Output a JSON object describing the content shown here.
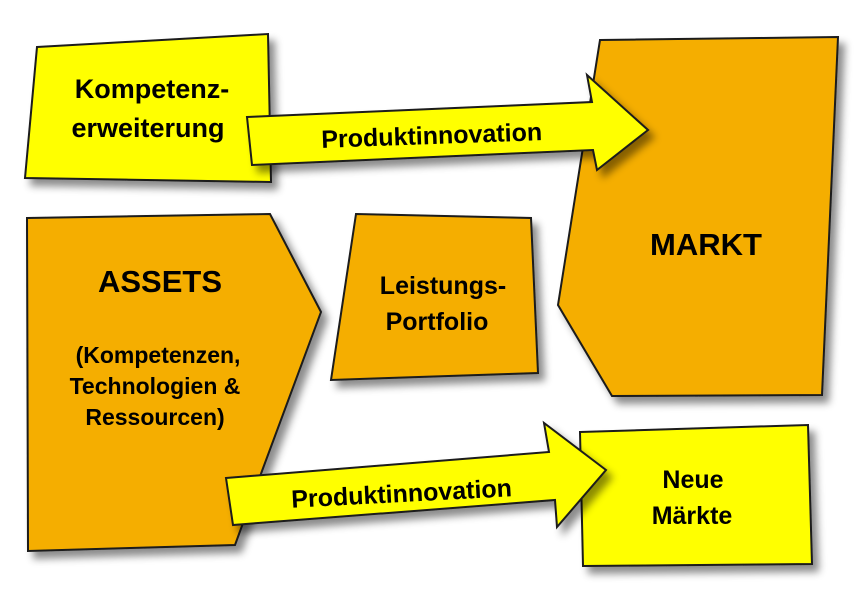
{
  "colors": {
    "orange": "#f5ae00",
    "yellow": "#ffff00",
    "outline": "#1a1a1a",
    "shadow": "#8c8c8c"
  },
  "shapes": {
    "kompetenz": {
      "line1": "Kompetenz-",
      "line2": "erweiterung"
    },
    "assets": {
      "title": "ASSETS",
      "line1": "(Kompetenzen,",
      "line2": "Technologien &",
      "line3": "Ressourcen)"
    },
    "portfolio": {
      "line1": "Leistungs-",
      "line2": "Portfolio"
    },
    "markt": {
      "title": "MARKT"
    },
    "neue_maerkte": {
      "line1": "Neue",
      "line2": "Märkte"
    }
  },
  "arrows": {
    "top": {
      "label": "Produktinnovation"
    },
    "bottom": {
      "label": "Produktinnovation"
    }
  }
}
